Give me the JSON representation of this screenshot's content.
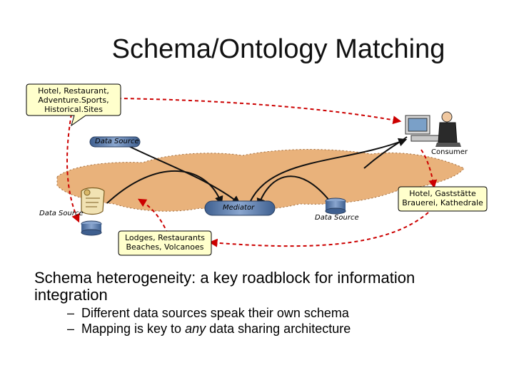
{
  "title": "Schema/Ontology Matching",
  "callouts": {
    "top_left": [
      "Hotel, Restaurant,",
      "Adventure.Sports,",
      "Historical.Sites"
    ],
    "right": [
      "Hotel, Gaststätte",
      "Brauerei, Kathedrale"
    ],
    "bottom": [
      "Lodges, Restaurants",
      "Beaches, Volcanoes"
    ]
  },
  "labels": {
    "data_source_top": "Data Source",
    "data_source_left": "Data Source",
    "data_source_right": "Data Source",
    "mediator": "Mediator",
    "consumer": "Consumer"
  },
  "main_point": "Schema heterogeneity: a key roadblock for information integration",
  "bullets": {
    "dash": "–",
    "b1": "Different data sources speak their own schema",
    "b2_pre": "Mapping is key to ",
    "b2_em": "any",
    "b2_post": " data sharing architecture"
  },
  "colors": {
    "arrow_red": "#cc0000",
    "cloud": "#e9b27b",
    "db_blue": "#5b7fb0"
  },
  "icons": [
    "consumer-computer-icon",
    "scroll-icon",
    "database-icon"
  ]
}
